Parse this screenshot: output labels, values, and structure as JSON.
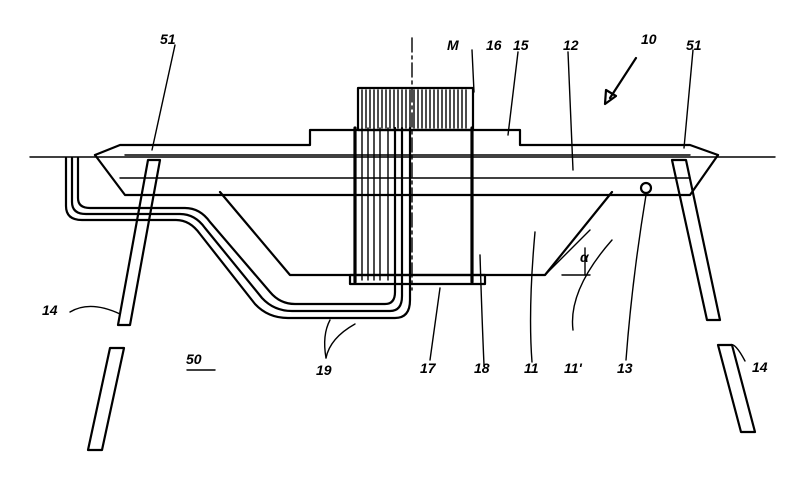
{
  "figure": {
    "labels": {
      "ref_10": "10",
      "ref_11": "11",
      "ref_11_prime": "11'",
      "ref_12": "12",
      "ref_13": "13",
      "ref_14_left": "14",
      "ref_14_right": "14",
      "ref_15": "15",
      "ref_16": "16",
      "ref_17": "17",
      "ref_18": "18",
      "ref_19_pipes": "19",
      "ref_50": "50",
      "ref_51_left": "51",
      "ref_51_right": "51",
      "axis_m": "M",
      "angle_alpha": "α"
    }
  }
}
